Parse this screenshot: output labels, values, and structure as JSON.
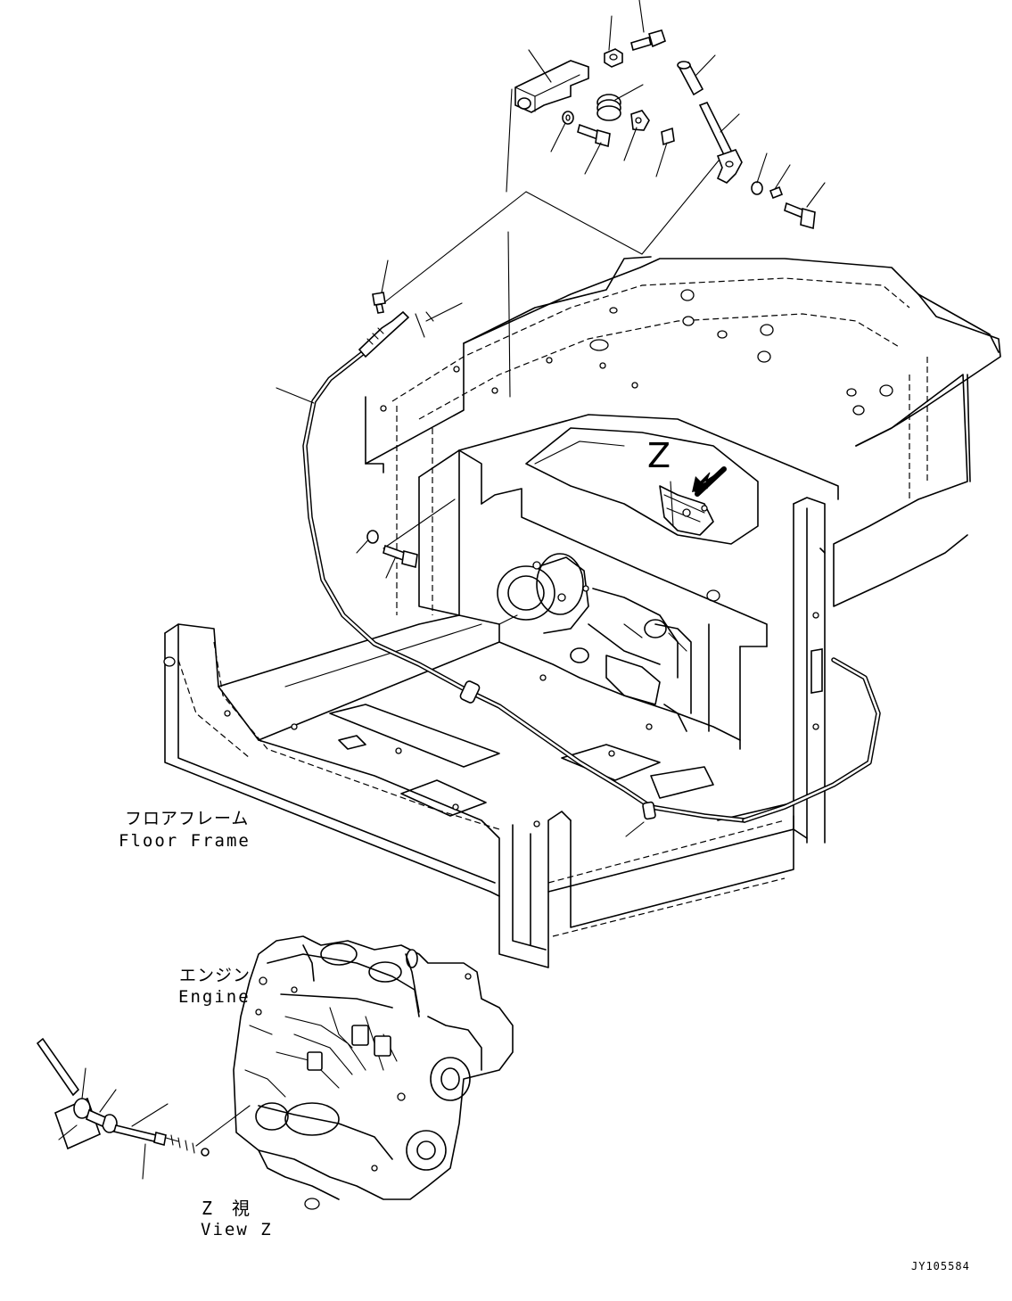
{
  "labels": {
    "floor_frame_jp": "フロアフレーム",
    "floor_frame_en": "Floor Frame",
    "engine_jp": "エンジン",
    "engine_en": "Engine",
    "view_z_jp": "Z　視",
    "view_z_en": "View Z",
    "view_marker": "Z",
    "drawing_code": "JY105584"
  },
  "colors": {
    "line": "#000000",
    "background": "#ffffff"
  },
  "icons": {
    "view_arrow": "view-direction-arrow-icon"
  }
}
